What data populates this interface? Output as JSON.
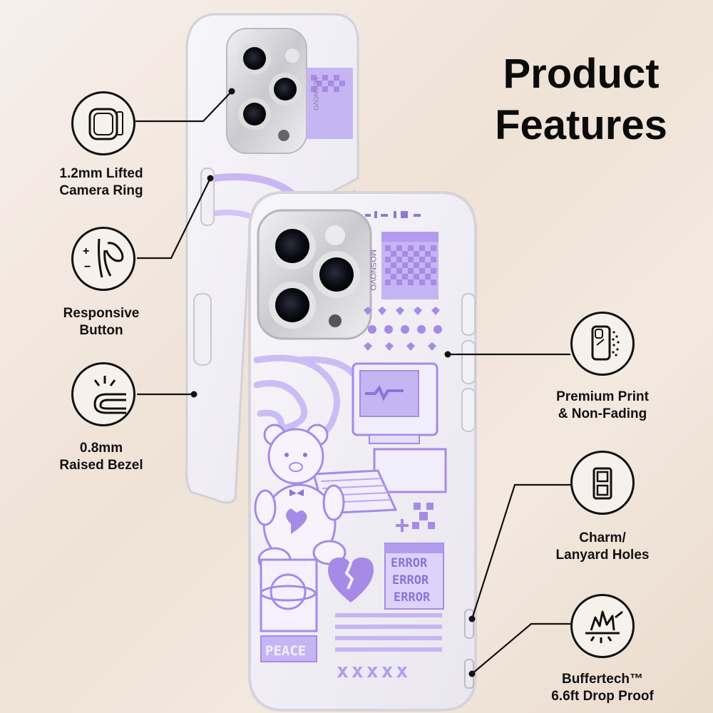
{
  "title": {
    "line1": "Product",
    "line2": "Features"
  },
  "brand": {
    "case_logo": "MOSNOVO"
  },
  "case_art": {
    "error_text": [
      "ERROR",
      "ERROR",
      "ERROR"
    ],
    "peace_text": "PEACE",
    "pixel_marks": "xxxxx"
  },
  "features": {
    "camera_ring": {
      "line1": "1.2mm Lifted",
      "line2": "Camera Ring",
      "icon": "camera-ring-icon"
    },
    "responsive_button": {
      "line1": "Responsive",
      "line2": "Button",
      "icon": "button-icon"
    },
    "raised_bezel": {
      "line1": "0.8mm",
      "line2": "Raised Bezel",
      "icon": "bezel-icon"
    },
    "premium_print": {
      "line1": "Premium Print",
      "line2": "& Non-Fading",
      "icon": "print-icon"
    },
    "lanyard_holes": {
      "line1": "Charm/",
      "line2": "Lanyard Holes",
      "icon": "lanyard-icon"
    },
    "drop_proof": {
      "line1": "Buffertech™",
      "line2": "6.6ft Drop Proof",
      "icon": "shield-impact-icon"
    }
  },
  "colors": {
    "accent_purple": "#b8a4f0",
    "print_purple": "#a58be6",
    "outline": "#111111",
    "background": "#f3e9df"
  }
}
